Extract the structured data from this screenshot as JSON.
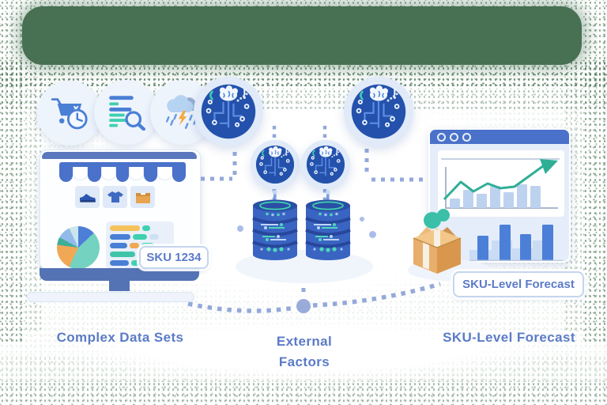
{
  "banner": {
    "note": "solid color banner, no visible text",
    "color": "#487052"
  },
  "left": {
    "icons": [
      {
        "name": "shopping-cart-clock"
      },
      {
        "name": "search-list"
      },
      {
        "name": "storm-cloud"
      }
    ],
    "monitor": {
      "sku_badge": "SKU 1234"
    },
    "caption": "Complex Data Sets"
  },
  "middle": {
    "ai_circles": {
      "large": 2,
      "small": 2
    },
    "databases": 2,
    "caption_line1": "External",
    "caption_line2": "Factors"
  },
  "right": {
    "window": {
      "charts": [
        "trend-line-bar-chart",
        "bar-chart"
      ]
    },
    "badge": "SKU-Level Forecast",
    "caption": "SKU-Level Forecast"
  },
  "colors": {
    "banner_green": "#487052",
    "primary_blue": "#4a74c9",
    "circuit_navy": "#2351ac",
    "teal": "#3fd0b0",
    "orange": "#eda94f",
    "connector_lavender": "#93a9da",
    "text_blue": "#5b7bc7"
  }
}
